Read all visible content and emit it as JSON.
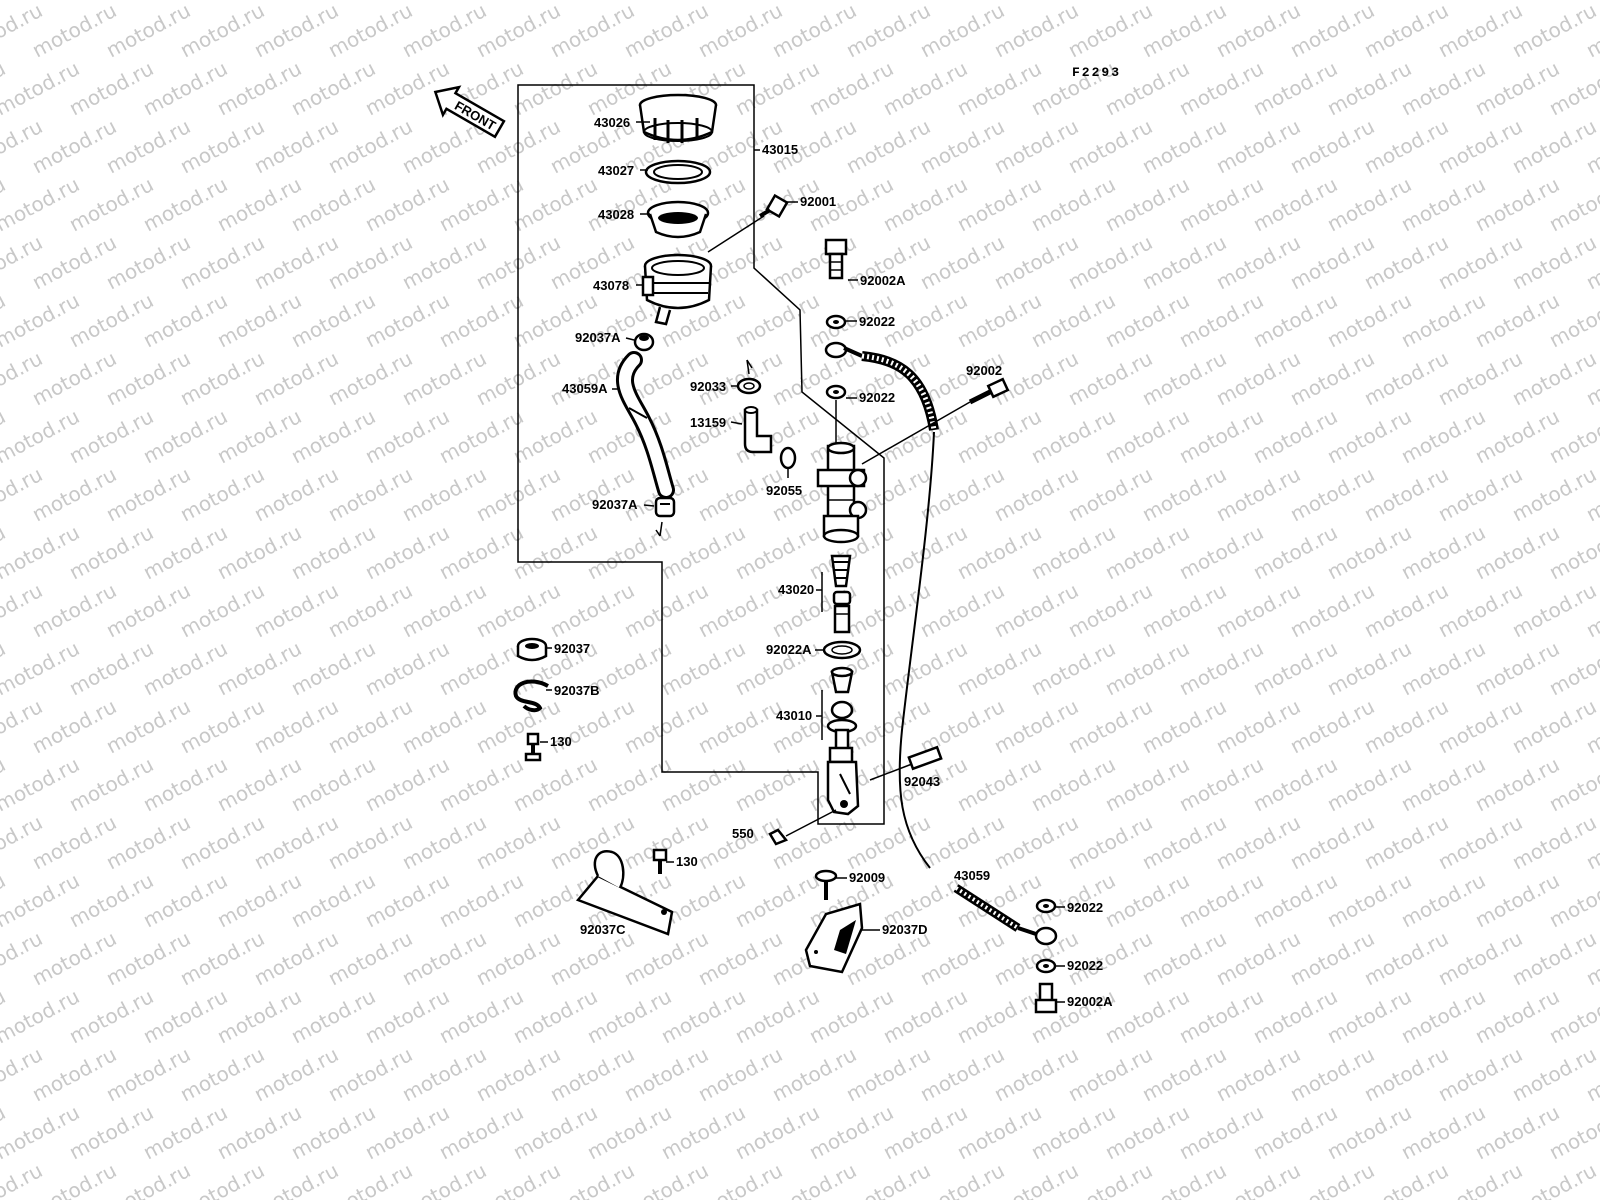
{
  "diagram": {
    "code": "F2293",
    "front_label": "FRONT",
    "watermark": "motod.ru",
    "labels": {
      "p43026": "43026",
      "p43027": "43027",
      "p43028": "43028",
      "p43015": "43015",
      "p92001": "92001",
      "p43078": "43078",
      "p92002A_top": "92002A",
      "p92022_a": "92022",
      "p92037A_top": "92037A",
      "p92022_b": "92022",
      "p92033": "92033",
      "p43059A": "43059A",
      "p92002": "92002",
      "p13159": "13159",
      "p92055": "92055",
      "p92037A_bot": "92037A",
      "p43020": "43020",
      "p92037": "92037",
      "p92022A": "92022A",
      "p92037B": "92037B",
      "p43010": "43010",
      "p130_a": "130",
      "p92043": "92043",
      "p550": "550",
      "p130_b": "130",
      "p92009": "92009",
      "p43059": "43059",
      "p92022_c": "92022",
      "p92037C": "92037C",
      "p92037D": "92037D",
      "p92022_d": "92022",
      "p92002A_bot": "92002A"
    }
  }
}
